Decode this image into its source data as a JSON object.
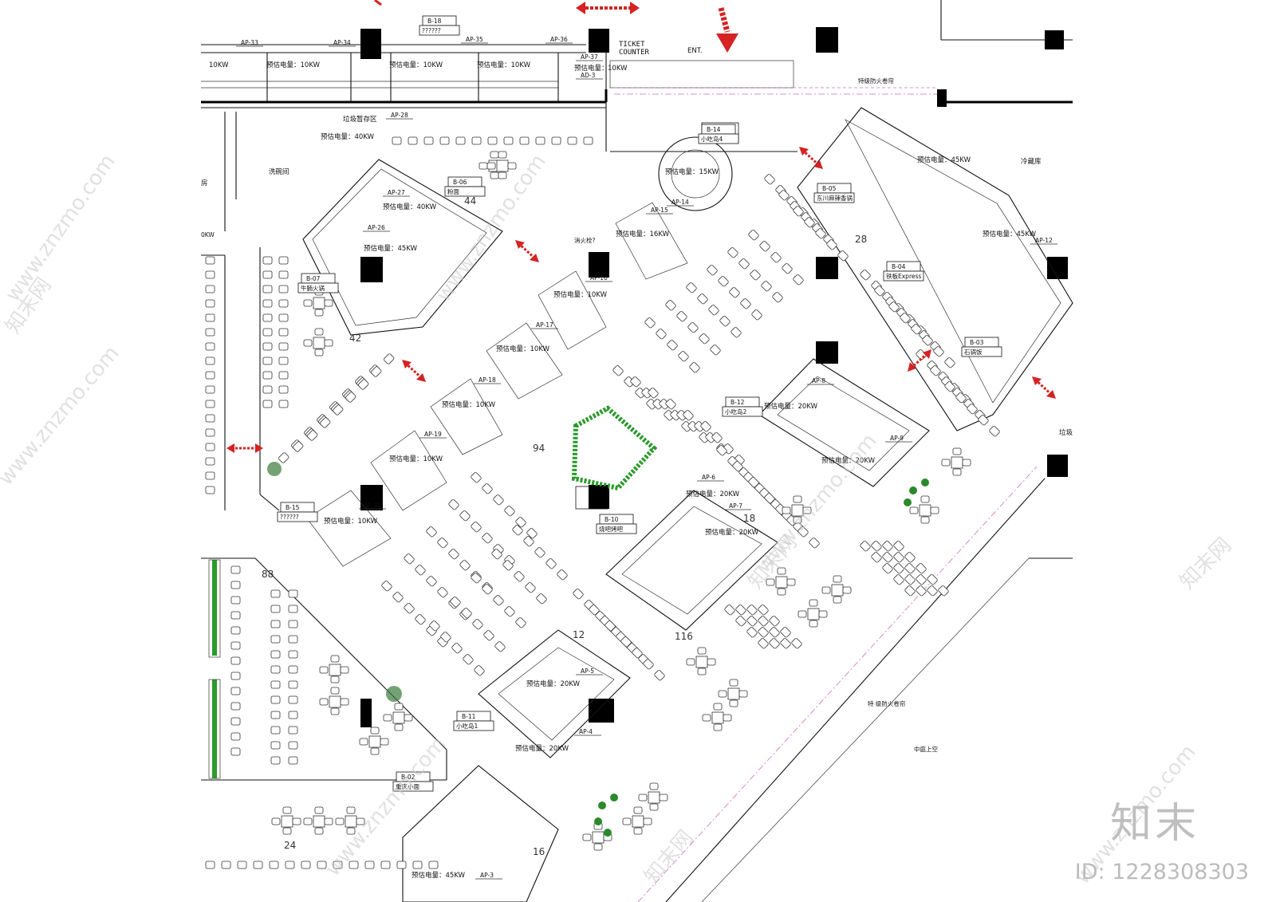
{
  "plan": {
    "entrance_label": "ENT.",
    "ticket_counter": [
      "TICKET",
      "COUNTER"
    ],
    "fire_shutter_top": "特级防火卷帘",
    "fire_shutter_bottom": "特 级防火卷帘",
    "atrium_label": "中庭上空",
    "waste_zone": "垃圾暂存区",
    "wash_room": "洗碗间",
    "cold_room": "冷藏库",
    "waste_right": "垃圾",
    "side_room": "房",
    "left_kw": "0KW",
    "fire_pump": "消火栓?"
  },
  "stalls": [
    {
      "code": "B-18",
      "name": "??????"
    },
    {
      "code": "B-14",
      "name": "小吃岛4"
    },
    {
      "code": "B-05",
      "name": "东川麻辣香锅"
    },
    {
      "code": "B-04",
      "name": "铁板Express"
    },
    {
      "code": "B-03",
      "name": "石锅饭"
    },
    {
      "code": "B-06",
      "name": "粉面"
    },
    {
      "code": "B-07",
      "name": "牛腩火锅"
    },
    {
      "code": "B-12",
      "name": "小吃岛2"
    },
    {
      "code": "B-15",
      "name": "??????"
    },
    {
      "code": "B-10",
      "name": "烧吧烤吧"
    },
    {
      "code": "B-11",
      "name": "小吃岛1"
    },
    {
      "code": "B-02",
      "name": "重庆小面"
    }
  ],
  "panels": [
    {
      "code": "AP-33"
    },
    {
      "code": "AP-34"
    },
    {
      "code": "AP-35"
    },
    {
      "code": "AP-36"
    },
    {
      "code": "AP-37"
    },
    {
      "code": "AD-3"
    },
    {
      "code": "AP-28"
    },
    {
      "code": "AP-27"
    },
    {
      "code": "AP-26"
    },
    {
      "code": "AP-15"
    },
    {
      "code": "AP-14"
    },
    {
      "code": "AP-16"
    },
    {
      "code": "AP-17"
    },
    {
      "code": "AP-18"
    },
    {
      "code": "AP-19"
    },
    {
      "code": "AP-20"
    },
    {
      "code": "AP-8"
    },
    {
      "code": "AP-9"
    },
    {
      "code": "AP-6"
    },
    {
      "code": "AP-7"
    },
    {
      "code": "AP-5"
    },
    {
      "code": "AP-4"
    },
    {
      "code": "AP-3"
    },
    {
      "code": "AP-12"
    }
  ],
  "power_labels": [
    "10KW",
    "预估电量：10KW",
    "预估电量：10KW",
    "预估电量：10KW",
    "预估电量：",
    "10KW",
    "预估电量：40KW",
    "预估电量：40KW",
    "预估电量：45KW",
    "预估电量：15KW",
    "预估电量：16KW",
    "预估电量：10KW",
    "预估电量：10KW",
    "预估电量：10KW",
    "预估电量：10KW",
    "预估电量：10KW",
    "预估电量：45KW",
    "预估电量：45KW",
    "预估电量：20KW",
    "预估电量：20KW",
    "预估电量：20KW",
    "预估电量：20KW",
    "预估电量：20KW",
    "预估电量：20KW",
    "预估电量：45KW"
  ],
  "seat_counts": [
    "44",
    "28",
    "42",
    "94",
    "18",
    "88",
    "12",
    "116",
    "24",
    "16"
  ],
  "watermark": {
    "site": "www.znzmo.com",
    "brand": "知末网",
    "logo": "知末",
    "id": "ID: 1228308303"
  },
  "colors": {
    "wall": "#111111",
    "red_arrow": "#d62222",
    "hedge": "#2a9a2a",
    "pink_dash": "#d070c0"
  }
}
